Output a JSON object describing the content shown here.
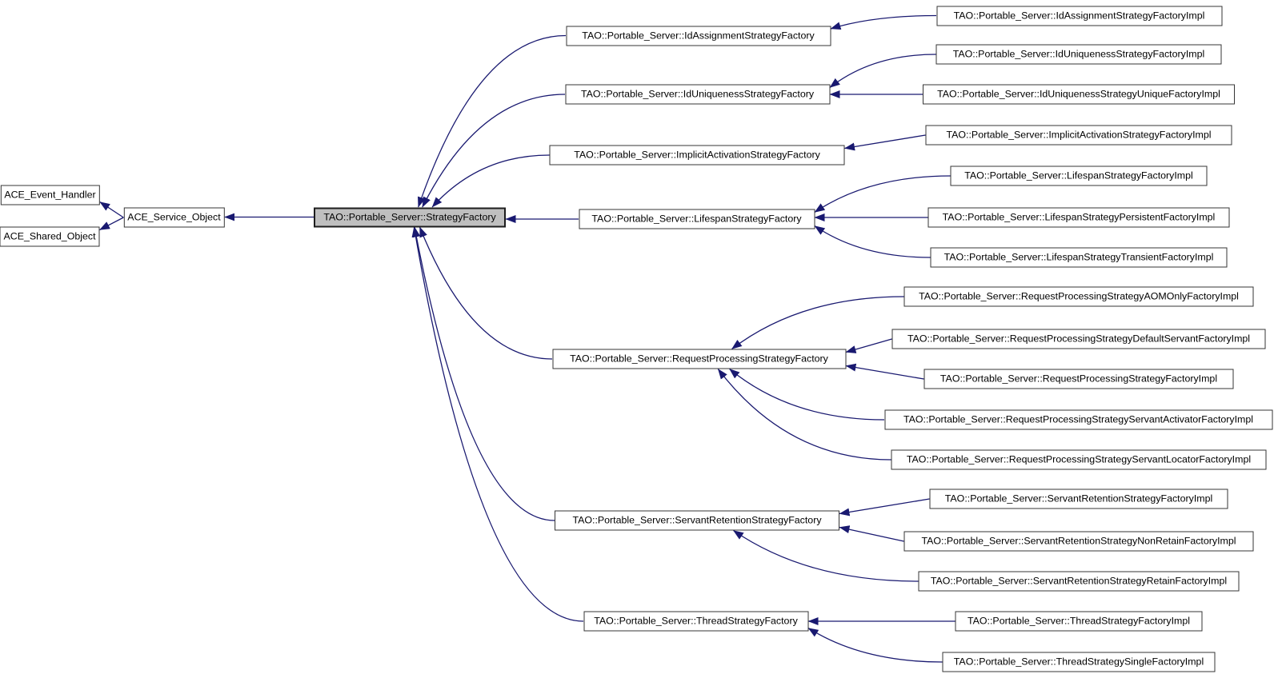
{
  "diagram": {
    "kind": "class-inheritance-graph",
    "highlighted_class": "TAO::Portable_Server::StrategyFactory",
    "colors": {
      "background": "#ffffff",
      "edge": "#191970",
      "node_fill": "#ffffff",
      "node_border": "#353535",
      "highlight_fill": "#bfbfbf",
      "text": "#000000"
    },
    "nodes": {
      "ace_event_handler": {
        "label": "ACE_Event_Handler"
      },
      "ace_shared_object": {
        "label": "ACE_Shared_Object"
      },
      "ace_service_object": {
        "label": "ACE_Service_Object"
      },
      "strategy_factory": {
        "label": "TAO::Portable_Server::StrategyFactory",
        "highlighted": true
      },
      "id_assignment_factory": {
        "label": "TAO::Portable_Server::IdAssignmentStrategyFactory"
      },
      "id_uniqueness_factory": {
        "label": "TAO::Portable_Server::IdUniquenessStrategyFactory"
      },
      "implicit_activation_factory": {
        "label": "TAO::Portable_Server::ImplicitActivationStrategyFactory"
      },
      "lifespan_factory": {
        "label": "TAO::Portable_Server::LifespanStrategyFactory"
      },
      "request_processing_factory": {
        "label": "TAO::Portable_Server::RequestProcessingStrategyFactory"
      },
      "servant_retention_factory": {
        "label": "TAO::Portable_Server::ServantRetentionStrategyFactory"
      },
      "thread_factory": {
        "label": "TAO::Portable_Server::ThreadStrategyFactory"
      },
      "id_assignment_impl": {
        "label": "TAO::Portable_Server::IdAssignmentStrategyFactoryImpl"
      },
      "id_uniqueness_impl": {
        "label": "TAO::Portable_Server::IdUniquenessStrategyFactoryImpl"
      },
      "id_uniqueness_unique_impl": {
        "label": "TAO::Portable_Server::IdUniquenessStrategyUniqueFactoryImpl"
      },
      "implicit_activation_impl": {
        "label": "TAO::Portable_Server::ImplicitActivationStrategyFactoryImpl"
      },
      "lifespan_impl": {
        "label": "TAO::Portable_Server::LifespanStrategyFactoryImpl"
      },
      "lifespan_persistent_impl": {
        "label": "TAO::Portable_Server::LifespanStrategyPersistentFactoryImpl"
      },
      "lifespan_transient_impl": {
        "label": "TAO::Portable_Server::LifespanStrategyTransientFactoryImpl"
      },
      "rp_aomonly_impl": {
        "label": "TAO::Portable_Server::RequestProcessingStrategyAOMOnlyFactoryImpl"
      },
      "rp_default_servant_impl": {
        "label": "TAO::Portable_Server::RequestProcessingStrategyDefaultServantFactoryImpl"
      },
      "rp_factory_impl": {
        "label": "TAO::Portable_Server::RequestProcessingStrategyFactoryImpl"
      },
      "rp_servant_activator_impl": {
        "label": "TAO::Portable_Server::RequestProcessingStrategyServantActivatorFactoryImpl"
      },
      "rp_servant_locator_impl": {
        "label": "TAO::Portable_Server::RequestProcessingStrategyServantLocatorFactoryImpl"
      },
      "sr_factory_impl": {
        "label": "TAO::Portable_Server::ServantRetentionStrategyFactoryImpl"
      },
      "sr_nonretain_impl": {
        "label": "TAO::Portable_Server::ServantRetentionStrategyNonRetainFactoryImpl"
      },
      "sr_retain_impl": {
        "label": "TAO::Portable_Server::ServantRetentionStrategyRetainFactoryImpl"
      },
      "thread_factory_impl": {
        "label": "TAO::Portable_Server::ThreadStrategyFactoryImpl"
      },
      "thread_single_impl": {
        "label": "TAO::Portable_Server::ThreadStrategySingleFactoryImpl"
      }
    },
    "edges": [
      {
        "from": "ace_service_object",
        "to": "ace_event_handler"
      },
      {
        "from": "ace_service_object",
        "to": "ace_shared_object"
      },
      {
        "from": "strategy_factory",
        "to": "ace_service_object"
      },
      {
        "from": "id_assignment_factory",
        "to": "strategy_factory"
      },
      {
        "from": "id_uniqueness_factory",
        "to": "strategy_factory"
      },
      {
        "from": "implicit_activation_factory",
        "to": "strategy_factory"
      },
      {
        "from": "lifespan_factory",
        "to": "strategy_factory"
      },
      {
        "from": "request_processing_factory",
        "to": "strategy_factory"
      },
      {
        "from": "servant_retention_factory",
        "to": "strategy_factory"
      },
      {
        "from": "thread_factory",
        "to": "strategy_factory"
      },
      {
        "from": "id_assignment_impl",
        "to": "id_assignment_factory"
      },
      {
        "from": "id_uniqueness_impl",
        "to": "id_uniqueness_factory"
      },
      {
        "from": "id_uniqueness_unique_impl",
        "to": "id_uniqueness_factory"
      },
      {
        "from": "implicit_activation_impl",
        "to": "implicit_activation_factory"
      },
      {
        "from": "lifespan_impl",
        "to": "lifespan_factory"
      },
      {
        "from": "lifespan_persistent_impl",
        "to": "lifespan_factory"
      },
      {
        "from": "lifespan_transient_impl",
        "to": "lifespan_factory"
      },
      {
        "from": "rp_aomonly_impl",
        "to": "request_processing_factory"
      },
      {
        "from": "rp_default_servant_impl",
        "to": "request_processing_factory"
      },
      {
        "from": "rp_factory_impl",
        "to": "request_processing_factory"
      },
      {
        "from": "rp_servant_activator_impl",
        "to": "request_processing_factory"
      },
      {
        "from": "rp_servant_locator_impl",
        "to": "request_processing_factory"
      },
      {
        "from": "sr_factory_impl",
        "to": "servant_retention_factory"
      },
      {
        "from": "sr_nonretain_impl",
        "to": "servant_retention_factory"
      },
      {
        "from": "sr_retain_impl",
        "to": "servant_retention_factory"
      },
      {
        "from": "thread_factory_impl",
        "to": "thread_factory"
      },
      {
        "from": "thread_single_impl",
        "to": "thread_factory"
      }
    ]
  }
}
